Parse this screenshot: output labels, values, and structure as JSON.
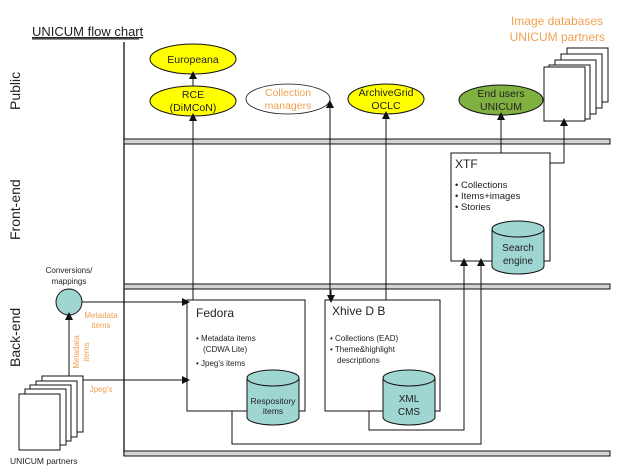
{
  "title": "UNICUM flow chart",
  "layers": [
    {
      "id": "public",
      "label": "Public"
    },
    {
      "id": "frontend",
      "label": "Front-end"
    },
    {
      "id": "backend",
      "label": "Back-end"
    }
  ],
  "public_nodes": {
    "europeana": {
      "label": "Europeana",
      "fill": "#ffff00"
    },
    "rce": {
      "line1": "RCE",
      "line2": "(DiMCoN)",
      "fill": "#ffff00"
    },
    "collection_managers": {
      "line1": "Collection",
      "line2": "managers",
      "fill": "#ffffff",
      "text_color": "#f0a050"
    },
    "archivegrid": {
      "line1": "ArchiveGrid",
      "line2": "OCLC",
      "fill": "#ffff00"
    },
    "end_users": {
      "line1": "End users",
      "line2": "UNICUM",
      "fill": "#80b040"
    }
  },
  "image_databases": {
    "line1": "Image databases",
    "line2": "UNICUM partners",
    "text_color": "#f0a050"
  },
  "xtf": {
    "title": "XTF",
    "bullets": [
      "• Collections",
      "• Items+images",
      "• Stories"
    ],
    "db": {
      "line1": "Search",
      "line2": "engine"
    }
  },
  "fedora": {
    "title": "Fedora",
    "bullets": [
      "• Metadata items",
      "(CDWA Lite)",
      "• Jpeg's items"
    ],
    "db": {
      "line1": "Respository",
      "line2": "items"
    }
  },
  "xhive": {
    "title": "Xhive D B",
    "bullets": [
      "• Collections (EAD)",
      "• Theme&highlight",
      "descriptions"
    ],
    "db": {
      "line1": "XML",
      "line2": "CMS"
    }
  },
  "conversions": {
    "line1": "Conversions/",
    "line2": "mappings"
  },
  "unicum_partners": "UNICUM partners",
  "edge_labels": {
    "metadata_items_top_1": "Metadata",
    "metadata_items_top_2": "items",
    "metadata_items_vert_1": "Metadata",
    "metadata_items_vert_2": "items",
    "jpegs": "Jpeg's"
  },
  "colors": {
    "band_fill": "#d4d4d4",
    "db_fill": "#9fd6d2",
    "circle_fill": "#9fd6d2",
    "orange_label": "#f0a050",
    "line": "#111111"
  }
}
